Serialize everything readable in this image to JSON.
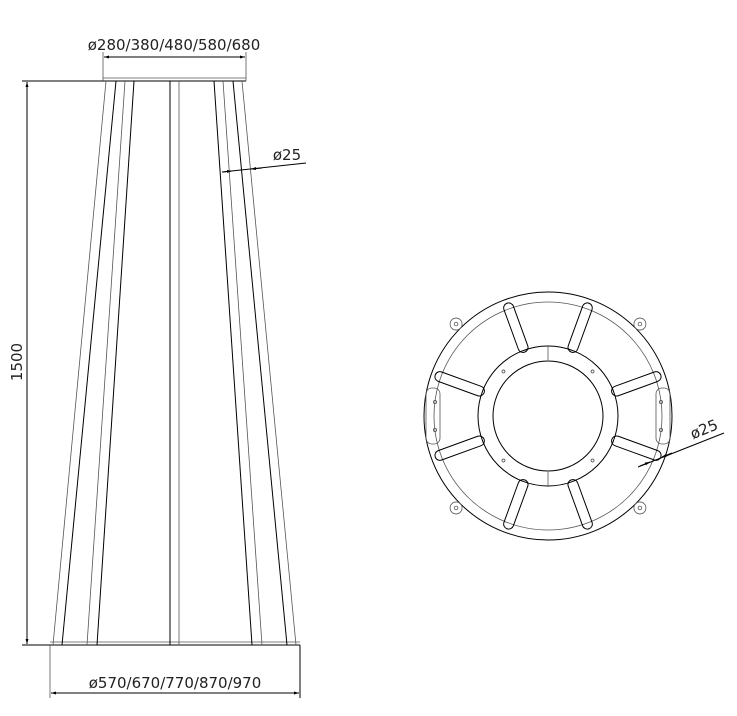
{
  "drawing": {
    "elevation": {
      "top_diameter_label": "ø280/380/480/580/680",
      "bottom_diameter_label": "ø570/670/770/870/970",
      "height_label": "1500",
      "rod_diameter_label": "ø25"
    },
    "plan": {
      "rod_diameter_label": "ø25"
    },
    "colors": {
      "line": "#000000",
      "background": "#ffffff"
    }
  }
}
